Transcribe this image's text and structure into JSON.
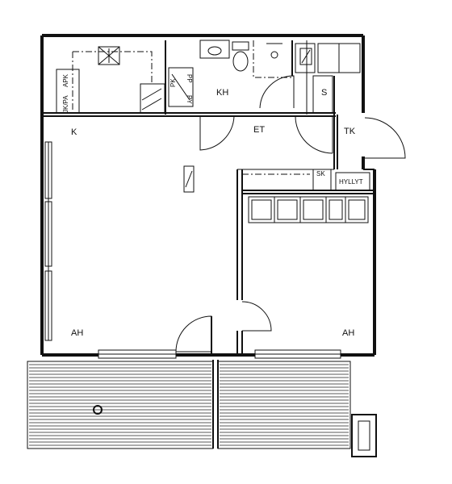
{
  "rooms": {
    "kitchen": "K",
    "bathroom": "KH",
    "sauna": "S",
    "entrance_hall": "ET",
    "wardrobe": "TK",
    "living_room": "AH",
    "bedroom": "AH"
  },
  "fixtures": {
    "dishwasher": "APK",
    "fridge_freezer": "JK/PA",
    "dryer": "PK",
    "washer": "PP",
    "bathroom_cabinet": "PY",
    "electrical_panel": "SK",
    "shelf": "HYLLYT"
  }
}
